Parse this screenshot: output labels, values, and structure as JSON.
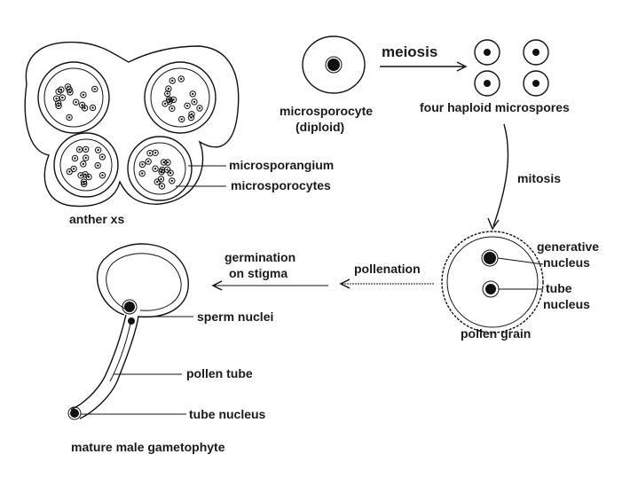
{
  "labels": {
    "meiosis": "meiosis",
    "microsporocyte": "microsporocyte",
    "diploid": "(diploid)",
    "four_haploid": "four haploid microspores",
    "microsporangium": "microsporangium",
    "microsporocytes": "microsporocytes",
    "anther_xs": "anther xs",
    "mitosis": "mitosis",
    "generative": "generative",
    "nucleus": "nucleus",
    "tube": "tube",
    "tube_nucleus_word": "nucleus",
    "pollen_grain": "pollen grain",
    "pollenation": "pollenation",
    "germination": "germination",
    "on_stigma": "on stigma",
    "sperm_nuclei": "sperm nuclei",
    "pollen_tube": "pollen tube",
    "tube_nucleus": "tube nucleus",
    "mature_male": "mature male gametophyte"
  },
  "colors": {
    "ink": "#111111",
    "background": "#ffffff"
  }
}
